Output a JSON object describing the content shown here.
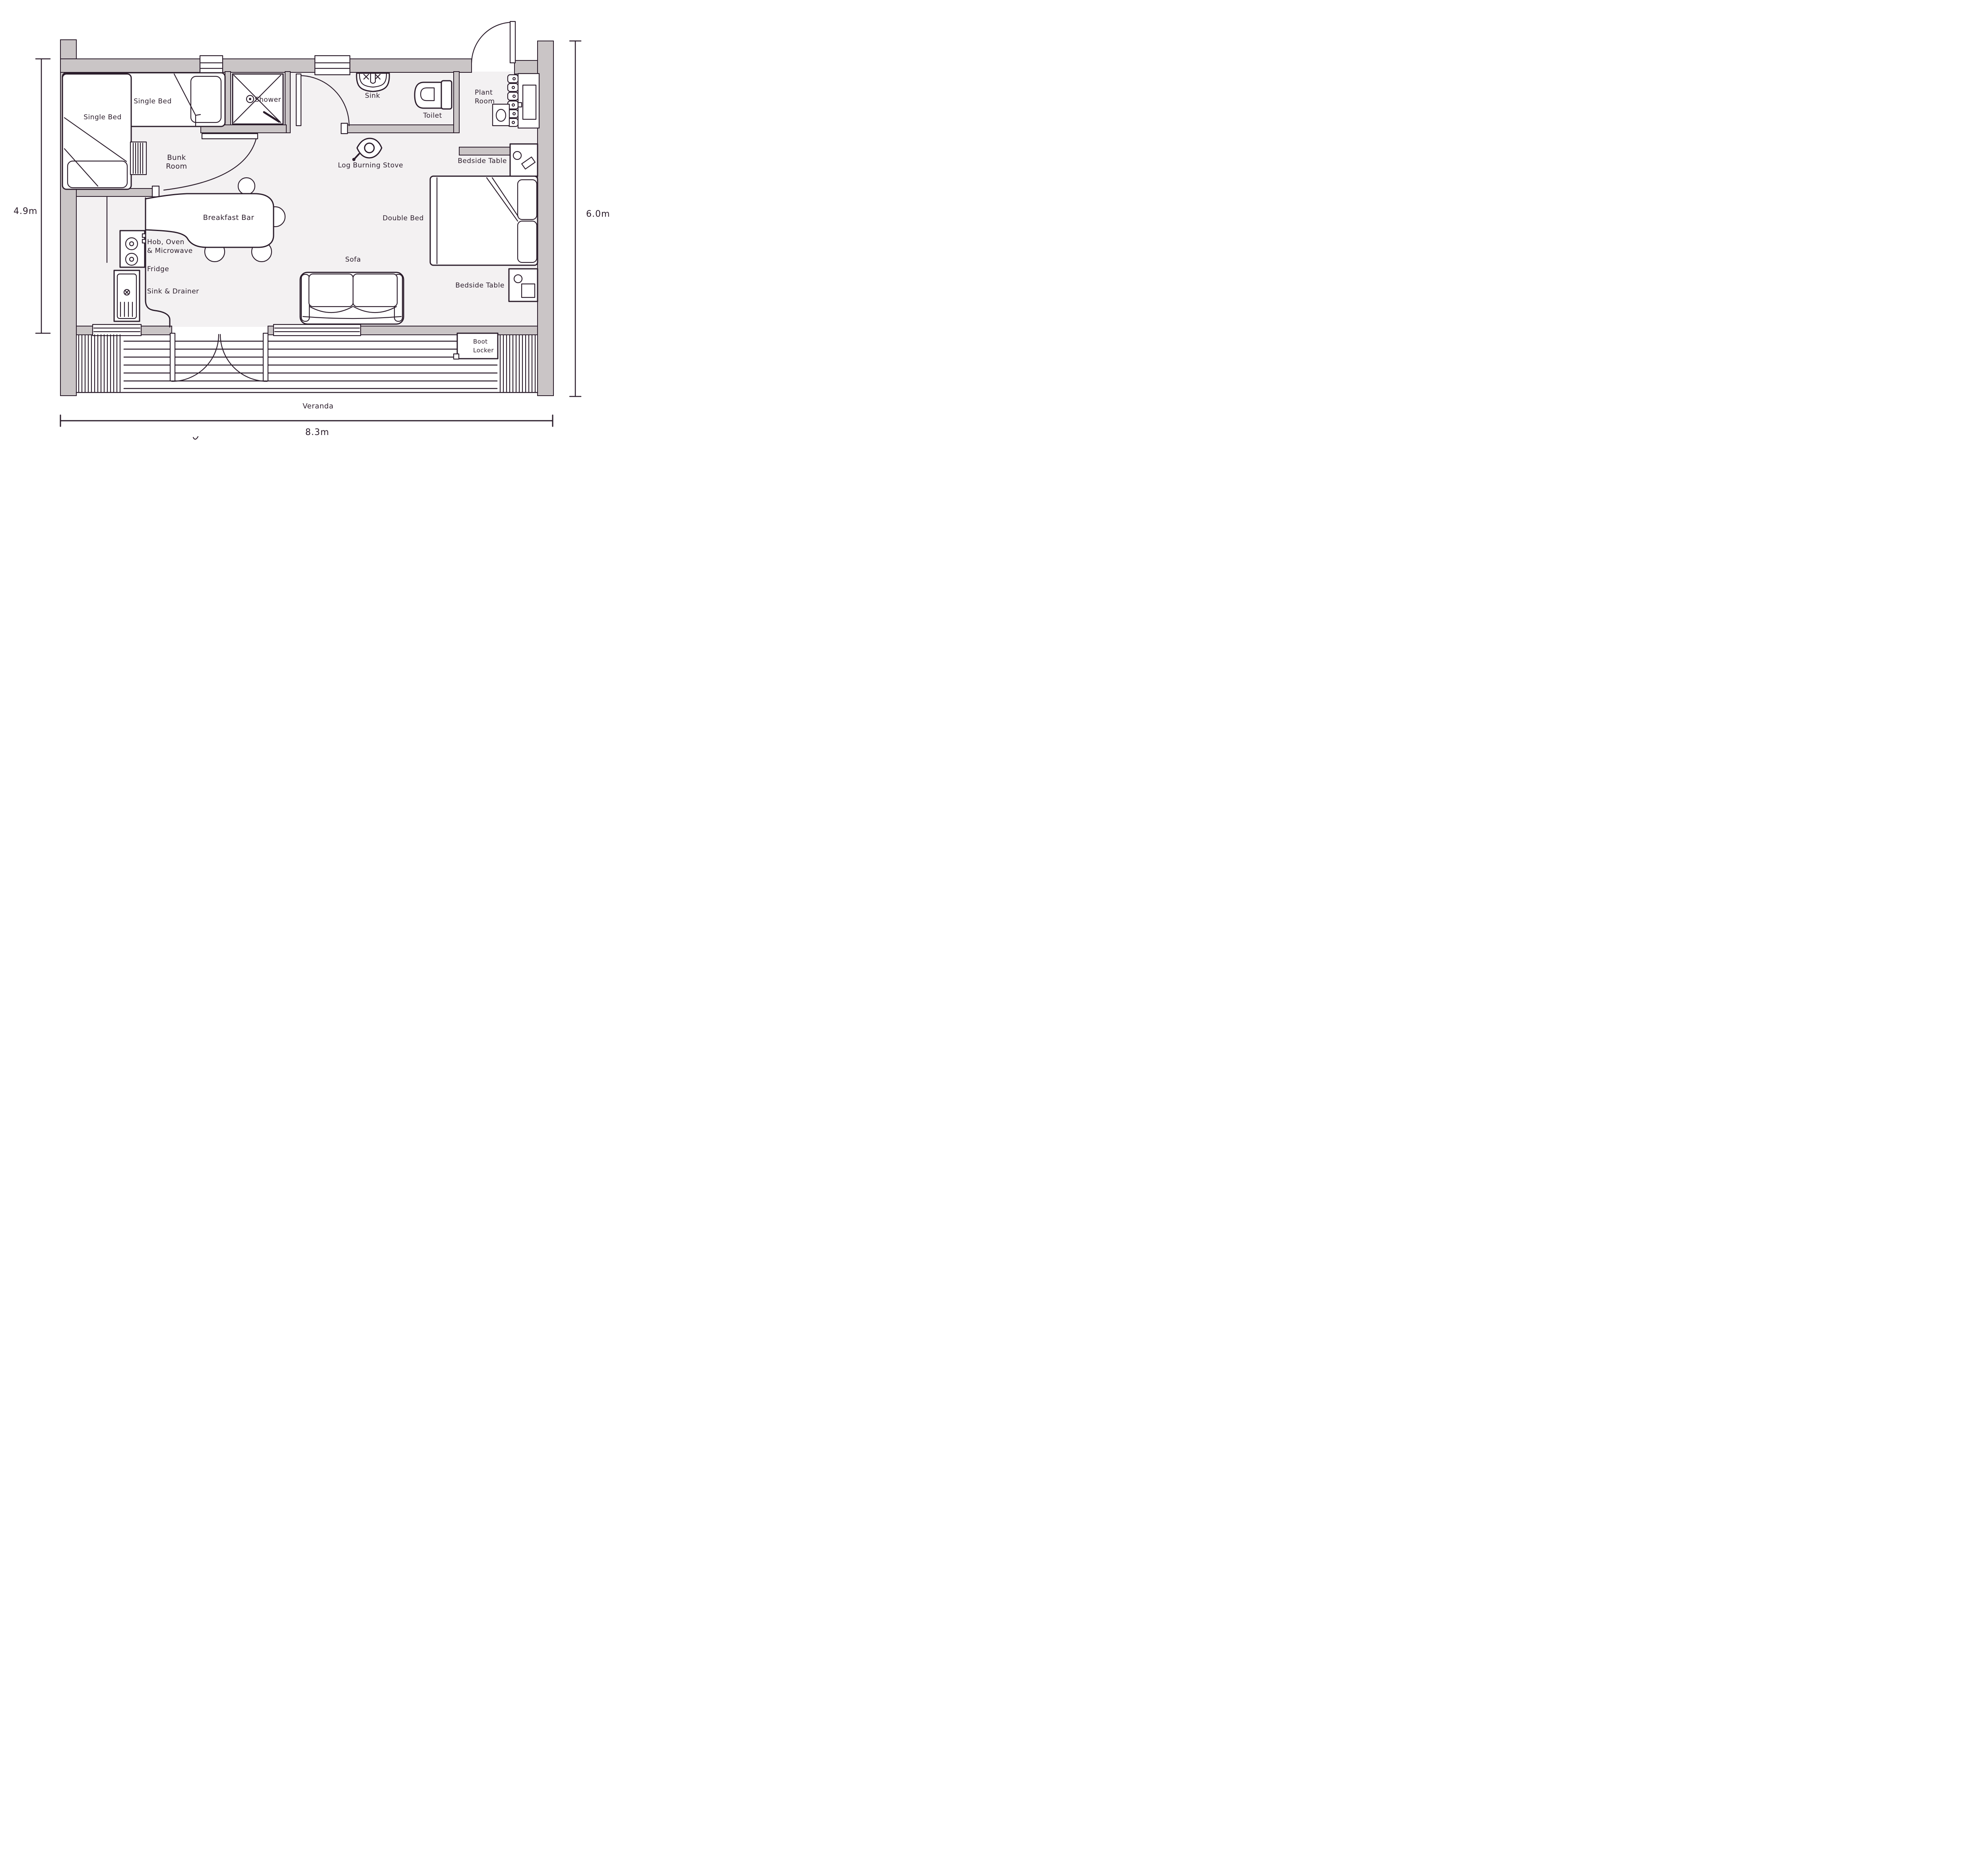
{
  "colors": {
    "paper": "#ffffff",
    "floor": "#f3f1f2",
    "wall": "#cac5c6",
    "ink": "#2a1c2a"
  },
  "dimensions": {
    "left": "4.9m",
    "right": "6.0m",
    "bottom": "8.3m"
  },
  "veranda": {
    "label": "Veranda",
    "boot_locker_line1": "Boot",
    "boot_locker_line2": "Locker"
  },
  "bunk_room": {
    "name_line1": "Bunk",
    "name_line2": "Room",
    "bed_top": "Single Bed",
    "bed_left": "Single Bed"
  },
  "bathroom": {
    "shower": "Shower",
    "sink": "Sink",
    "toilet": "Toilet"
  },
  "plant_room": {
    "name_line1": "Plant",
    "name_line2": "Room"
  },
  "living": {
    "stove": "Log Burning Stove",
    "sofa": "Sofa",
    "breakfast_bar": "Breakfast Bar"
  },
  "bedroom": {
    "double_bed": "Double Bed",
    "bedside_top": "Bedside Table",
    "bedside_bottom": "Bedside Table"
  },
  "kitchen": {
    "hob_line1": "Hob, Oven",
    "hob_line2": "& Microwave",
    "fridge": "Fridge",
    "sink_drainer": "Sink & Drainer"
  }
}
